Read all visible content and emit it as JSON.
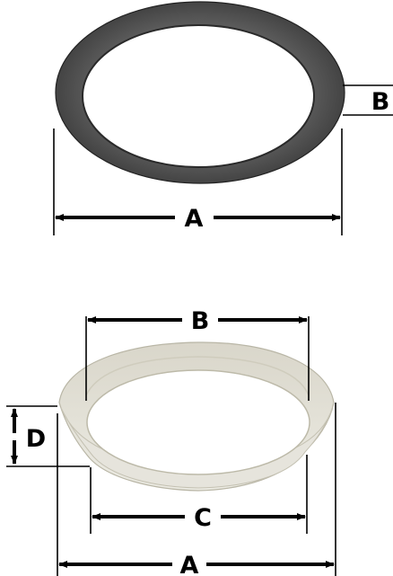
{
  "figure_top": {
    "part": "rubber-washer",
    "dimension_labels": {
      "outer_diameter": "A",
      "thickness": "B"
    },
    "colors": {
      "washer": "#555555",
      "washer_dark": "#2e2e2e",
      "washer_light": "#777777"
    }
  },
  "figure_bottom": {
    "part": "slip-joint-washer",
    "dimension_labels": {
      "outer_diameter": "A",
      "top_diameter": "B",
      "inner_diameter": "C",
      "height": "D"
    },
    "colors": {
      "washer": "#e3e1d7",
      "washer_shade": "#c9c6b8",
      "washer_inner": "#f0eee6"
    }
  },
  "colors": {
    "line": "#000000",
    "background": "#ffffff"
  }
}
